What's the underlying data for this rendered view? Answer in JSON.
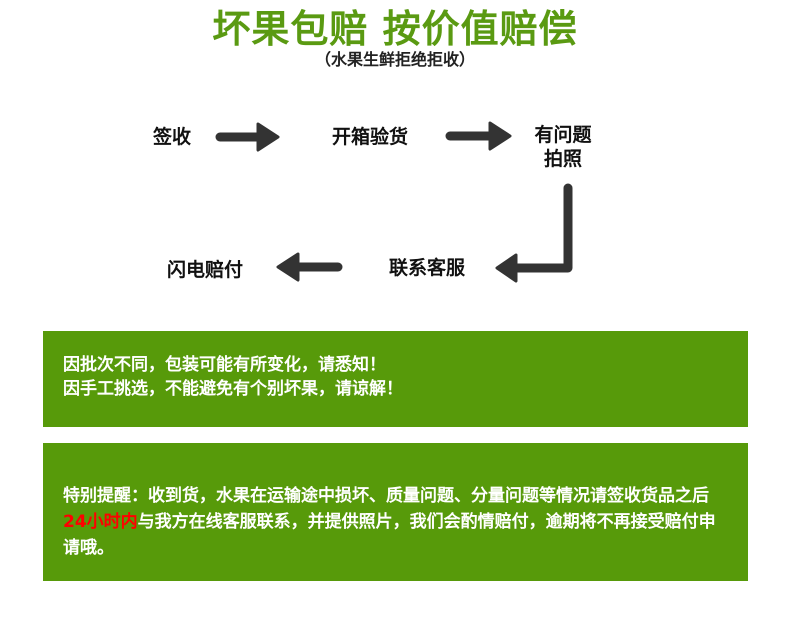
{
  "title": "坏果包赔 按价值赔偿",
  "subtitle": "（水果生鲜拒绝拒收）",
  "steps": {
    "sign": "签收",
    "open": "开箱验货",
    "photo_1": "有问题",
    "photo_2": "拍照",
    "service": "联系客服",
    "pay": "闪电赔付"
  },
  "notice1": {
    "line1": "因批次不同，包装可能有所变化，请悉知！",
    "line2": "因手工挑选，不能避免有个别坏果，请谅解！"
  },
  "notice2": {
    "before": "特别提醒：收到货，水果在运输途中损坏、质量问题、分量问题等情况请签收货品之后",
    "highlight": "24小时内",
    "after": "与我方在线客服联系，并提供照片，我们会酌情赔付，逾期将不再接受赔付申请哦。"
  },
  "colors": {
    "green": "#579a0a",
    "title_green": "#5a9a12",
    "arrow": "#333333",
    "highlight": "#ff0000"
  }
}
